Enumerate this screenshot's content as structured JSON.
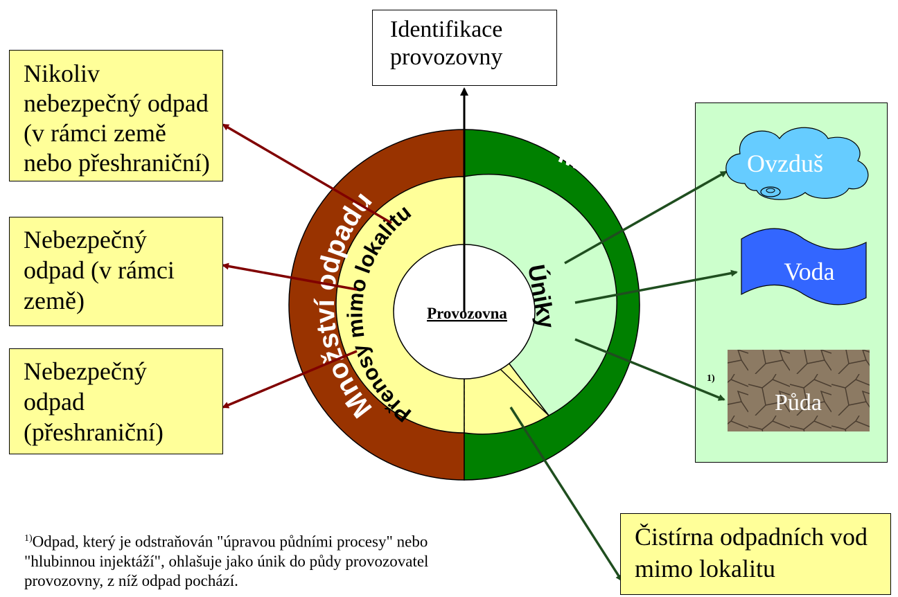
{
  "diagram": {
    "center": "Provozovna",
    "identification": "Identifikace\nprovozovny",
    "outer_ring": {
      "left": "Množství odpadu",
      "right": "Množství znečišťujících látek",
      "left_color": "#993300",
      "right_color": "#008000"
    },
    "inner_ring": {
      "left": "Přenosy mimo lokalitu",
      "right": "Úniky",
      "left_color": "#ffff99",
      "right_color": "#ccffcc"
    },
    "waste_boxes": [
      "Nikoliv\nnebezpečný odpad\n(v rámci země\nnebo přeshraniční)",
      "Nebezpečný\nodpad (v rámci\nzemě)",
      "Nebezpečný\nodpad\n(přeshraniční)"
    ],
    "media": {
      "air": "Ovzduš",
      "water": "Voda",
      "soil": "Půda",
      "soil_note": "1)"
    },
    "treatment_plant": "Čistírna odpadních vod\nmimo lokalitu",
    "footnote_marker": "1)",
    "footnote": "Odpad, který je odstraňován \"úpravou půdními procesy\" nebo \"hlubinnou injektáží\", ohlašuje jako únik do půdy provozovatel provozovny, z níž odpad pochází."
  }
}
